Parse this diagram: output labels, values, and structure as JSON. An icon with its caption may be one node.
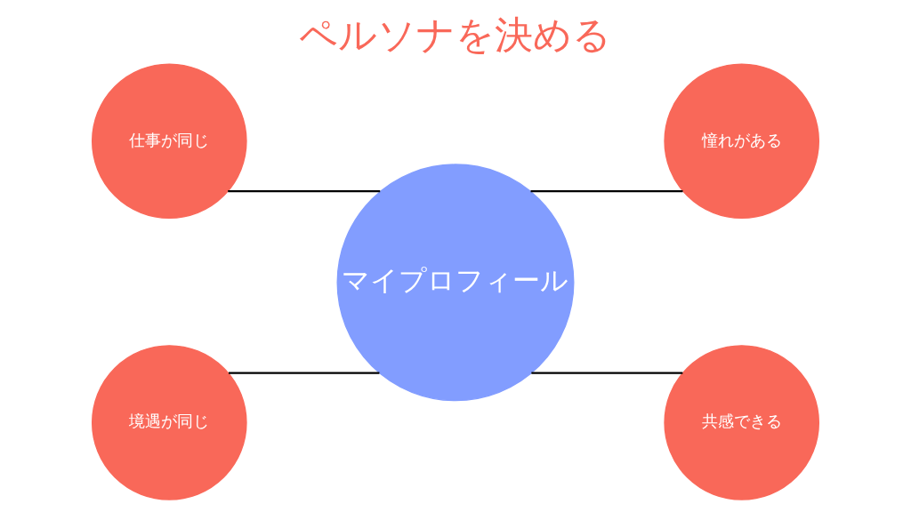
{
  "diagram": {
    "title": "ペルソナを決める",
    "nodes": [
      {
        "text": [
          "仕事が同じ"
        ]
      },
      {
        "text": [
          "憧れがある"
        ]
      },
      {
        "text": [
          "マイプロフィール"
        ]
      },
      {
        "text": [
          "境遇が同じ"
        ]
      },
      {
        "text": [
          "共感できる"
        ]
      }
    ],
    "edges": [
      {
        "from": 0,
        "to": 2,
        "arrow": "none"
      },
      {
        "from": 3,
        "to": 2,
        "arrow": "none"
      },
      {
        "from": 2,
        "to": 1,
        "arrow": "none"
      },
      {
        "from": 2,
        "to": 4,
        "arrow": "none"
      }
    ]
  }
}
